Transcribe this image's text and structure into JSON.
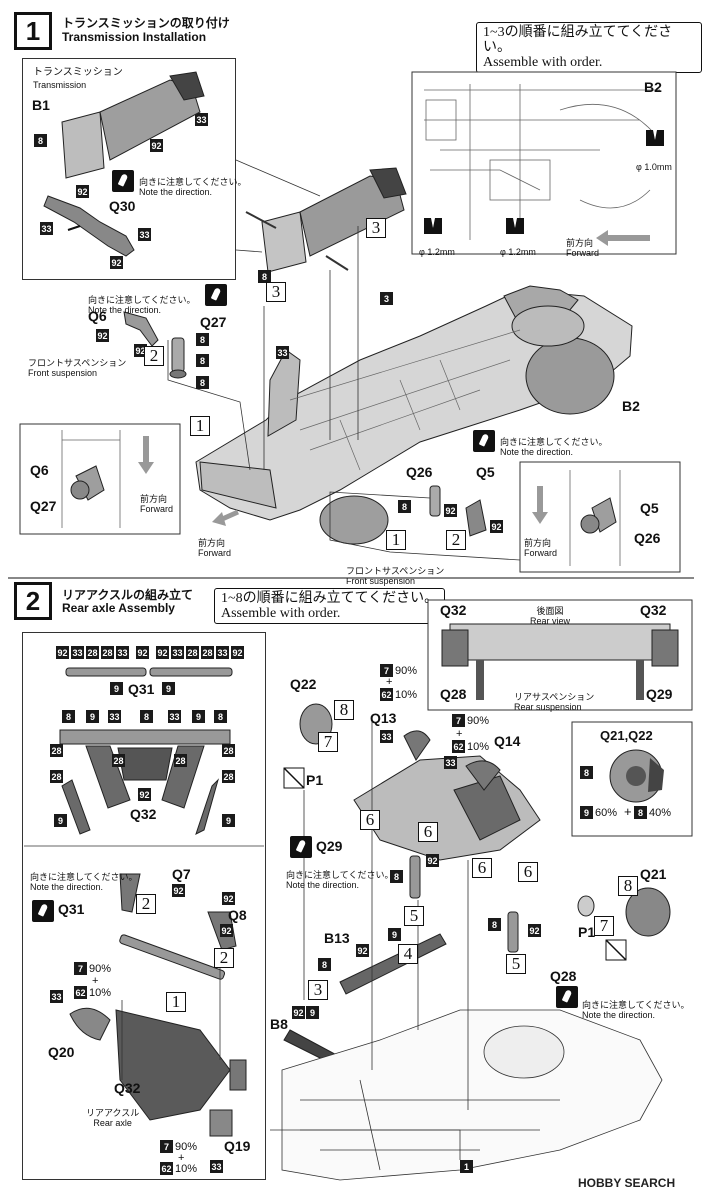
{
  "step1": {
    "number": "1",
    "title_ja": "トランスミッションの取り付け",
    "title_en": "Transmission Installation",
    "order_note_ja": "1~3の順番に組み立ててください。",
    "order_note_en": "Assemble with order.",
    "transmission_ja": "トランスミッション",
    "transmission_en": "Transmission",
    "front_susp_ja": "フロントサスペンション",
    "front_susp_en": "Front suspension",
    "direction_ja": "向きに注意してください。",
    "direction_en": "Note the direction.",
    "forward_ja": "前方向",
    "forward_en": "Forward",
    "diam_12": "φ 1.2mm",
    "diam_10": "φ 1.0mm",
    "parts": {
      "b1": "B1",
      "b2": "B2",
      "q30": "Q30",
      "q6": "Q6",
      "q27": "Q27",
      "q26": "Q26",
      "q5": "Q5"
    }
  },
  "step2": {
    "number": "2",
    "title_ja": "リアアクスルの組み立て",
    "title_en": "Rear axle Assembly",
    "order_note_ja": "1~8の順番に組み立ててください。",
    "order_note_en": "Assemble with order.",
    "rear_view_ja": "後面図",
    "rear_view_en": "Rear view",
    "rear_susp_ja": "リアサスペンション",
    "rear_susp_en": "Rear suspension",
    "rear_axle_ja": "リアアクスル",
    "rear_axle_en": "Rear axle",
    "direction_ja": "向きに注意してください。",
    "direction_en": "Note the direction.",
    "paint_90": "90%",
    "paint_10": "10%",
    "paint_60": "60%",
    "paint_40": "40%",
    "plus": "+",
    "parts": {
      "q31": "Q31",
      "q32": "Q32",
      "q7": "Q7",
      "q8": "Q8",
      "q20": "Q20",
      "q19": "Q19",
      "q22": "Q22",
      "q13": "Q13",
      "q14": "Q14",
      "p1": "P1",
      "q29": "Q29",
      "b13": "B13",
      "b8": "B8",
      "q28": "Q28",
      "q21": "Q21",
      "q21q22": "Q21,Q22"
    }
  },
  "numbers": {
    "n1": "1",
    "n2": "2",
    "n3": "3",
    "n4": "4",
    "n5": "5",
    "n6": "6",
    "n7": "7",
    "n8": "8",
    "c7": "7",
    "c8": "8",
    "c9": "9",
    "c28": "28",
    "c33": "33",
    "c62": "62",
    "c92": "92",
    "c3": "3",
    "c1": "1"
  },
  "watermark": "HOBBY SEARCH"
}
